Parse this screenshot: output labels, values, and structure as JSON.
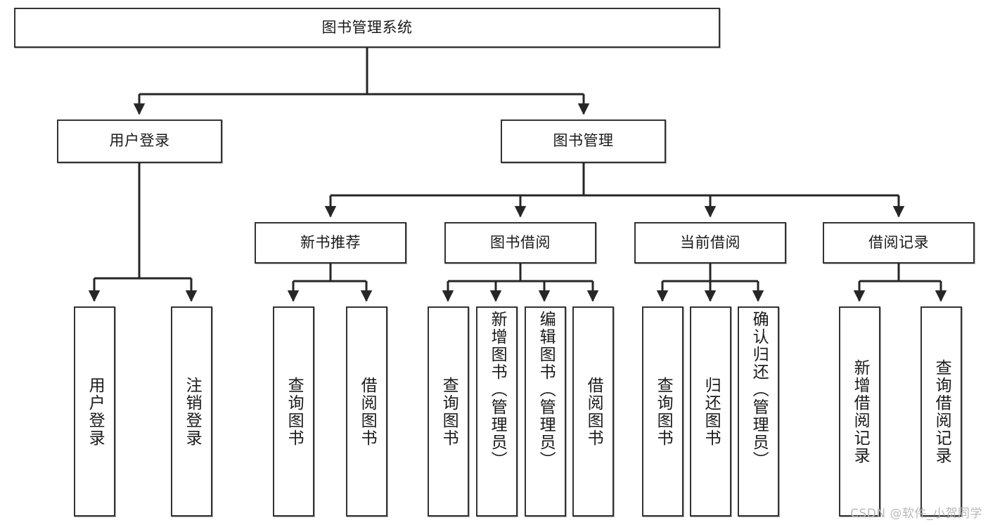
{
  "diagram": {
    "type": "tree-hierarchy",
    "title": "图书管理系统",
    "watermark": "CSDN @软件_小贺同学",
    "colors": {
      "box_border": "#333333",
      "box_fill": "#ffffff",
      "connector": "#262626",
      "text": "#1a1a1a",
      "watermark": "#b9b9b9",
      "background": "#ffffff"
    },
    "nodes": {
      "root": {
        "label": "图书管理系统"
      },
      "level2": [
        {
          "id": "user-login",
          "label": "用户登录"
        },
        {
          "id": "book-manage",
          "label": "图书管理"
        }
      ],
      "level3": [
        {
          "id": "new-book-recommend",
          "label": "新书推荐"
        },
        {
          "id": "book-borrow",
          "label": "图书借阅"
        },
        {
          "id": "current-borrow",
          "label": "当前借阅"
        },
        {
          "id": "borrow-record",
          "label": "借阅记录"
        }
      ],
      "leaves": {
        "user-login": [
          {
            "id": "leaf-user-login",
            "label": "用户登录"
          },
          {
            "id": "leaf-logout-login",
            "label": "注销登录"
          }
        ],
        "new-book-recommend": [
          {
            "id": "leaf-query-book-1",
            "label": "查询图书"
          },
          {
            "id": "leaf-borrow-book-1",
            "label": "借阅图书"
          }
        ],
        "book-borrow": [
          {
            "id": "leaf-query-book-2",
            "label": "查询图书"
          },
          {
            "id": "leaf-add-book-admin",
            "label": "新增图书（管理员）"
          },
          {
            "id": "leaf-edit-book-admin",
            "label": "编辑图书（管理员）"
          },
          {
            "id": "leaf-borrow-book-2",
            "label": "借阅图书"
          }
        ],
        "current-borrow": [
          {
            "id": "leaf-query-book-3",
            "label": "查询图书"
          },
          {
            "id": "leaf-return-book",
            "label": "归还图书"
          },
          {
            "id": "leaf-confirm-return-admin",
            "label": "确认归还（管理员）"
          }
        ],
        "borrow-record": [
          {
            "id": "leaf-add-borrow-record",
            "label": "新增借阅记录"
          },
          {
            "id": "leaf-query-borrow-record",
            "label": "查询借阅记录"
          }
        ]
      }
    }
  }
}
